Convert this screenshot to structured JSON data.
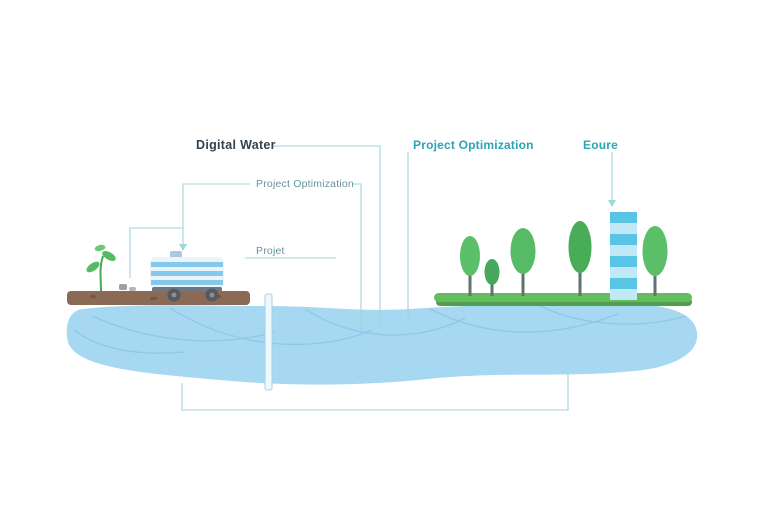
{
  "figure": {
    "labels": {
      "digital_water": "Digital Water",
      "project_optimization_top": "Project Optimization",
      "eoure": "Eoure",
      "project_optimization_sub": "Project Optimization",
      "projet": "Projet"
    },
    "icons": {
      "down_arrow_truck": "down-arrow",
      "down_arrow_tower": "down-arrow"
    },
    "colors": {
      "water": "#a6d8f2",
      "water_wave": "#8cc6e6",
      "connector": "#9fd6da",
      "label_dark": "#33424f",
      "label_teal": "#2ba3b8",
      "ground_brown": "#8a6a55",
      "ground_green": "#64bd5e",
      "tree_green": "#57ba64",
      "tower_light": "#c2e7f5",
      "tower_blue": "#58c4e6",
      "truck_stripe": "#86c8ea",
      "truck_body": "#eaf5fb"
    }
  }
}
